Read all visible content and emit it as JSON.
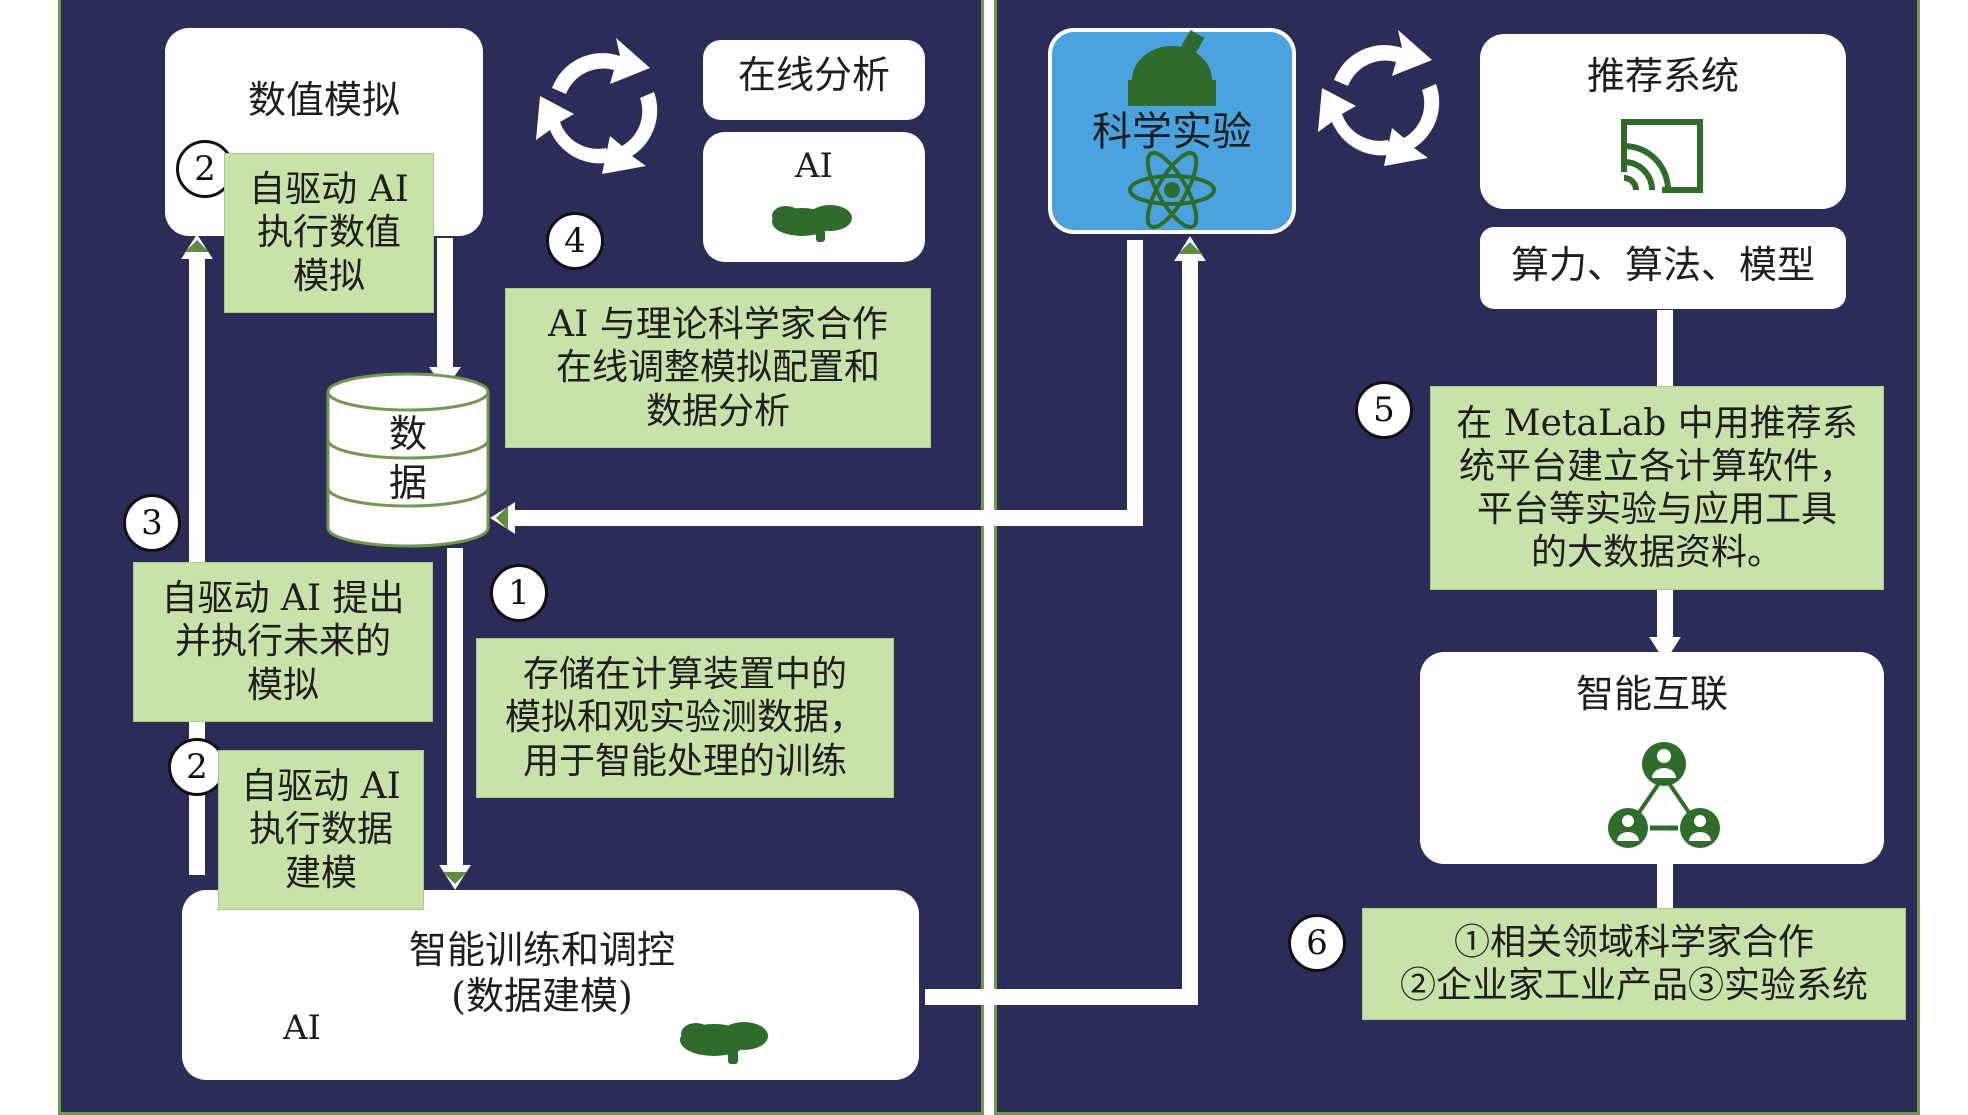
{
  "colors": {
    "panel": "#2b2c57",
    "panel_border": "#6f9a50",
    "label_fill": "#c9e2a9",
    "box_fill": "#ffffff",
    "science_fill": "#4aa3de",
    "icon_green": "#2f6b2a",
    "connector": "#ffffff"
  },
  "left": {
    "numerical_sim": "数值模拟",
    "online_analysis": "在线分析",
    "ai_box_label": "AI",
    "data_cylinder": "数\n据",
    "training_title": "智能训练和调控\n(数据建模)",
    "training_ai": "AI",
    "labels": {
      "l2_top": "自驱动 AI\n执行数值\n模拟",
      "l4": "AI 与理论科学家合作\n在线调整模拟配置和\n数据分析",
      "l3": "自驱动 AI 提出\n并执行未来的\n模拟",
      "l1": "存储在计算装置中的\n模拟和观实验测数据，\n用于智能处理的训练",
      "l2_bottom": "自驱动 AI\n执行数据\n建模"
    },
    "numbers": {
      "n2a": "2",
      "n4": "4",
      "n3": "3",
      "n1": "1",
      "n2b": "2"
    }
  },
  "right": {
    "science_exp": "科学实验",
    "recommend": "推荐系统",
    "compute": "算力、算法、模型",
    "interconnect": "智能互联",
    "labels": {
      "l5": "在 MetaLab 中用推荐系\n统平台建立各计算软件，\n平台等实验与应用工具\n的大数据资料。",
      "l6": "①相关领域科学家合作\n②企业家工业产品③实验系统"
    },
    "numbers": {
      "n5": "5",
      "n6": "6"
    }
  },
  "icons": [
    "cycle-arrows-icon",
    "brain-icon",
    "telescope-icon",
    "atom-icon",
    "screen-cast-icon",
    "people-network-icon"
  ]
}
